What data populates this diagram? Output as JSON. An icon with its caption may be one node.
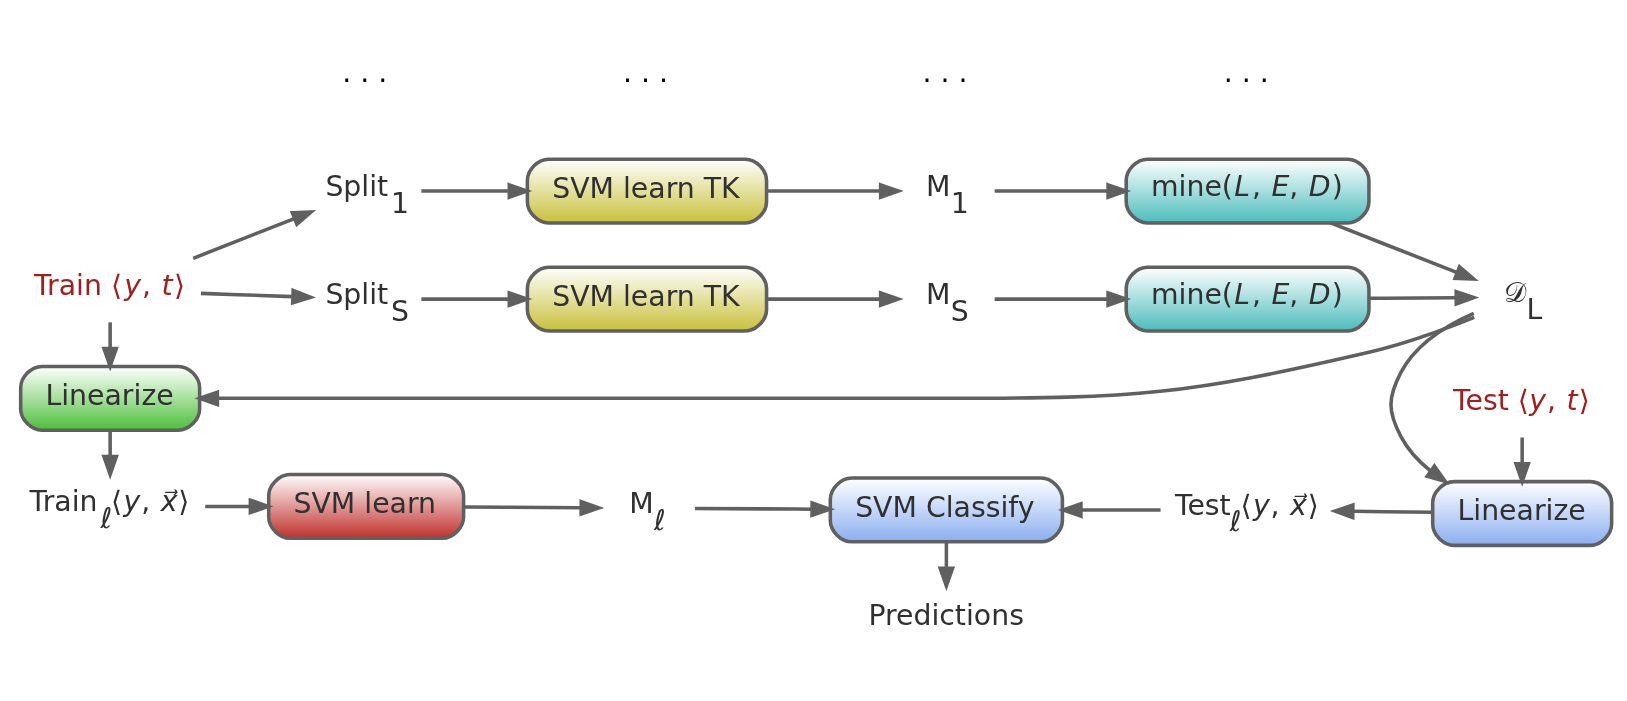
{
  "diagram": {
    "nodes": [
      {
        "text": [
          "Train ⟨*y*, *t*⟩"
        ]
      },
      {
        "text": [
          "Split$_{1}$"
        ]
      },
      {
        "text": [
          "SVM learn TK"
        ]
      },
      {
        "text": [
          "M$_{1}$"
        ]
      },
      {
        "text": [
          "mine(*L*, *E*, *D*)"
        ]
      },
      {
        "text": [
          "Split$_{S}$"
        ]
      },
      {
        "text": [
          "SVM learn TK"
        ]
      },
      {
        "text": [
          "M$_{S}$"
        ]
      },
      {
        "text": [
          "mine(*L*, *E*, *D*)"
        ]
      },
      {
        "text": [
          "𝒟$_{L}$"
        ]
      },
      {
        "text": [
          "Linearize"
        ]
      },
      {
        "text": [
          "Train$_{ℓ}$⟨*y*, *x⃗*⟩"
        ]
      },
      {
        "text": [
          "SVM learn"
        ]
      },
      {
        "text": [
          "M$_{ℓ}$"
        ]
      },
      {
        "text": [
          "SVM Classify"
        ]
      },
      {
        "text": [
          "Test$_{ℓ}$⟨*y*, *x⃗*⟩"
        ]
      },
      {
        "text": [
          "Linearize"
        ]
      },
      {
        "text": [
          "Predictions"
        ]
      },
      {
        "text": [
          "Test ⟨*y*, *t*⟩"
        ]
      }
    ],
    "edges": [
      {
        "from": 0,
        "to": 1,
        "arrow": "to"
      },
      {
        "from": 0,
        "to": 5,
        "arrow": "to"
      },
      {
        "from": 1,
        "to": 2,
        "arrow": "to"
      },
      {
        "from": 2,
        "to": 3,
        "arrow": "to"
      },
      {
        "from": 3,
        "to": 4,
        "arrow": "to"
      },
      {
        "from": 4,
        "to": 9,
        "arrow": "to"
      },
      {
        "from": 5,
        "to": 6,
        "arrow": "to"
      },
      {
        "from": 6,
        "to": 7,
        "arrow": "to"
      },
      {
        "from": 7,
        "to": 8,
        "arrow": "to"
      },
      {
        "from": 8,
        "to": 9,
        "arrow": "to"
      },
      {
        "from": 0,
        "to": 10,
        "arrow": "to"
      },
      {
        "from": 9,
        "to": 10,
        "arrow": "to"
      },
      {
        "from": 9,
        "to": 16,
        "arrow": "to"
      },
      {
        "from": 10,
        "to": 11,
        "arrow": "to"
      },
      {
        "from": 11,
        "to": 12,
        "arrow": "to"
      },
      {
        "from": 12,
        "to": 13,
        "arrow": "to"
      },
      {
        "from": 13,
        "to": 14,
        "arrow": "to"
      },
      {
        "from": 15,
        "to": 14,
        "arrow": "to"
      },
      {
        "from": 16,
        "to": 15,
        "arrow": "to"
      },
      {
        "from": 14,
        "to": 17,
        "arrow": "to"
      },
      {
        "from": 18,
        "to": 16,
        "arrow": "to"
      }
    ],
    "labels": [
      "· · ·",
      "· · ·",
      "· · ·",
      "· · ·"
    ]
  }
}
